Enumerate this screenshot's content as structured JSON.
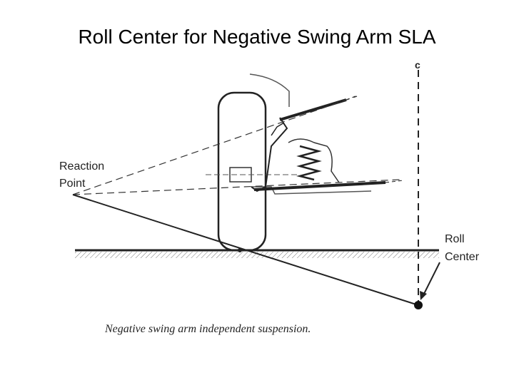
{
  "title": "Roll Center for Negative Swing Arm SLA",
  "diagram": {
    "reaction_point_label_line1": "Reaction",
    "reaction_point_label_line2": "Point",
    "roll_center_label_line1": "Roll",
    "roll_center_label_line2": "Center",
    "centerline_label": "c",
    "caption": "Negative swing arm independent suspension."
  }
}
